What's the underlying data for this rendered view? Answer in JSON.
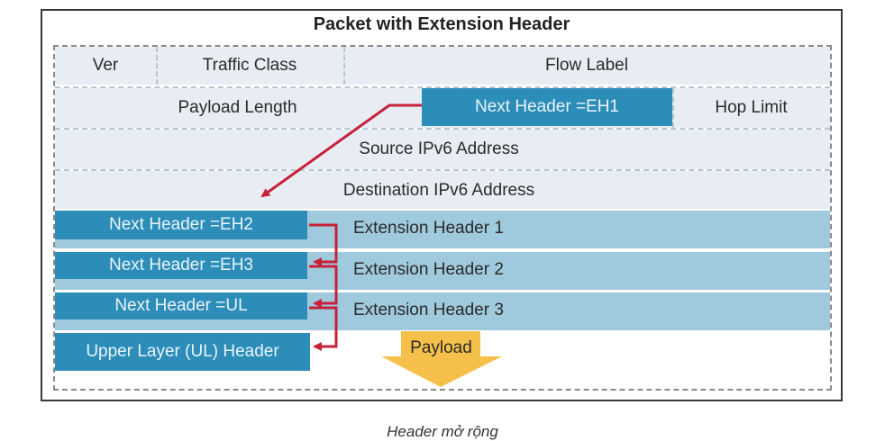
{
  "title": "Packet with Extension Header",
  "ipv6_header": {
    "ver": "Ver",
    "traffic_class": "Traffic Class",
    "flow_label": "Flow Label",
    "payload_length": "Payload Length",
    "next_header": "Next Header =EH1",
    "hop_limit": "Hop Limit",
    "source": "Source IPv6 Address",
    "destination": "Destination IPv6 Address"
  },
  "extension_headers": [
    {
      "next_header": "Next Header =EH2",
      "label": "Extension Header 1"
    },
    {
      "next_header": "Next Header =EH3",
      "label": "Extension Header 2"
    },
    {
      "next_header": "Next Header =UL",
      "label": "Extension Header 3"
    }
  ],
  "upper_layer": "Upper Layer (UL) Header",
  "payload": "Payload",
  "caption": "Header mở rộng",
  "colors": {
    "header_bg": "#e7edf2",
    "blue": "#2d8db9",
    "ext_bg": "#9fc9dc",
    "arrow": "#c8203a",
    "payload_arrow": "#f5c04a"
  }
}
